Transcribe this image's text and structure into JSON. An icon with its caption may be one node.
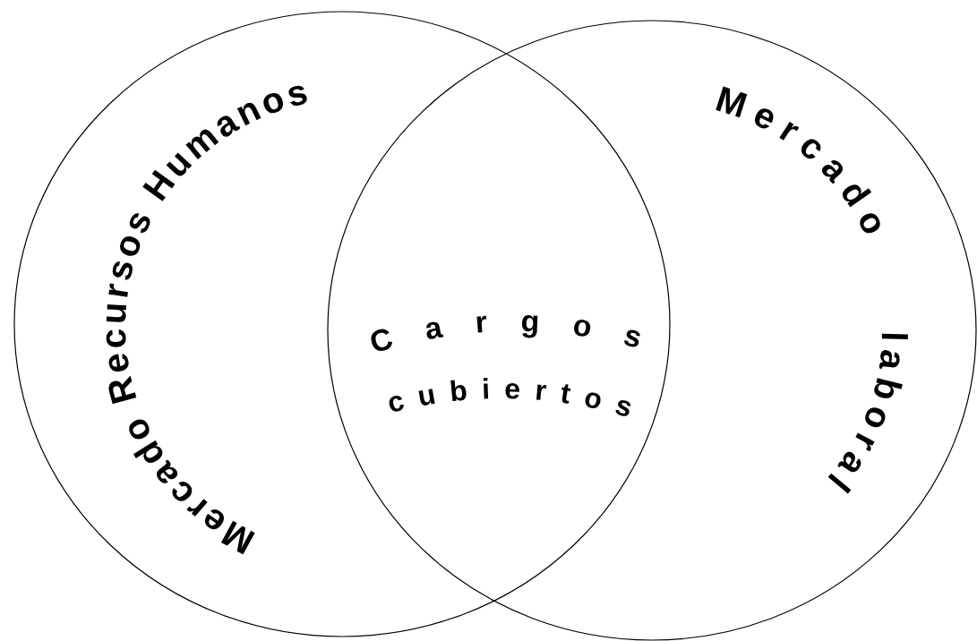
{
  "diagram": {
    "nodes": [
      {
        "text": [
          "Mercado Recursos Humanos"
        ]
      },
      {
        "text": [
          "Mercado",
          "laboral"
        ]
      }
    ],
    "labels": [
      "Cargos",
      "cubiertos"
    ]
  }
}
